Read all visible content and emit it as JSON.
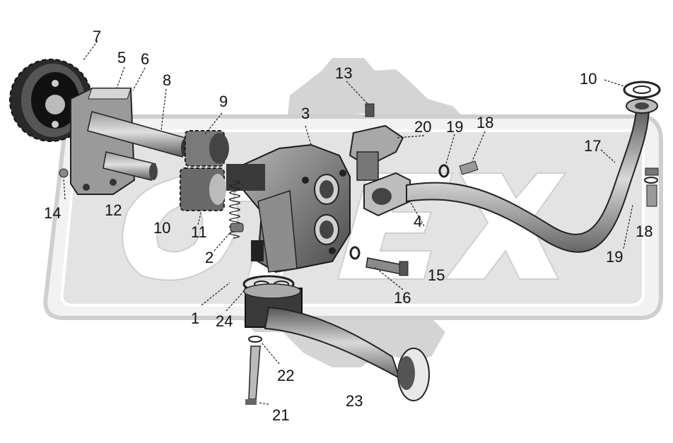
{
  "watermark": {
    "text": "OTEX",
    "color": "#cfcfcf"
  },
  "colors": {
    "part_dark": "#1a1a1a",
    "part_mid": "#6e6e6e",
    "part_light": "#bdbdbd"
  },
  "callouts": [
    {
      "id": "7",
      "text": "7"
    },
    {
      "id": "5",
      "text": "5"
    },
    {
      "id": "6",
      "text": "6"
    },
    {
      "id": "8",
      "text": "8"
    },
    {
      "id": "9",
      "text": "9"
    },
    {
      "id": "13",
      "text": "13"
    },
    {
      "id": "3",
      "text": "3"
    },
    {
      "id": "20",
      "text": "20"
    },
    {
      "id": "19a",
      "text": "19"
    },
    {
      "id": "18a",
      "text": "18"
    },
    {
      "id": "10a",
      "text": "10"
    },
    {
      "id": "17",
      "text": "17"
    },
    {
      "id": "14",
      "text": "14"
    },
    {
      "id": "12",
      "text": "12"
    },
    {
      "id": "10b",
      "text": "10"
    },
    {
      "id": "11",
      "text": "11"
    },
    {
      "id": "2",
      "text": "2"
    },
    {
      "id": "4",
      "text": "4"
    },
    {
      "id": "15",
      "text": "15"
    },
    {
      "id": "16",
      "text": "16"
    },
    {
      "id": "1",
      "text": "1"
    },
    {
      "id": "24",
      "text": "24"
    },
    {
      "id": "22",
      "text": "22"
    },
    {
      "id": "23",
      "text": "23"
    },
    {
      "id": "21",
      "text": "21"
    },
    {
      "id": "18b",
      "text": "18"
    },
    {
      "id": "19b",
      "text": "19"
    }
  ]
}
